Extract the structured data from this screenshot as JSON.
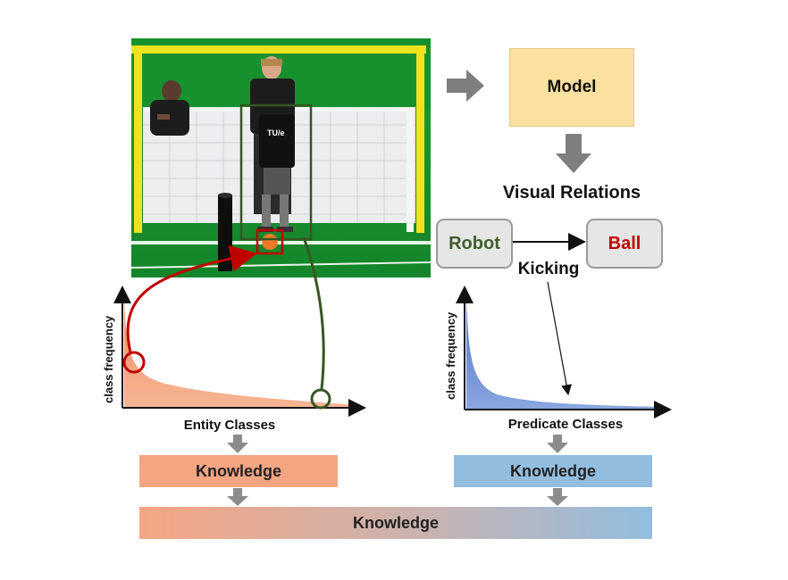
{
  "model": {
    "label": "Model"
  },
  "visual_relations": {
    "label": "Visual Relations"
  },
  "relation": {
    "subject": "Robot",
    "object": "Ball",
    "predicate": "Kicking"
  },
  "photo": {
    "shirt_text": "TU/e"
  },
  "entity_chart": {
    "ylabel": "class frequency",
    "xlabel": "Entity Classes"
  },
  "predicate_chart": {
    "ylabel": "class frequency",
    "xlabel": "Predicate Classes"
  },
  "knowledge": {
    "left": "Knowledge",
    "right": "Knowledge",
    "combined": "Knowledge"
  },
  "colors": {
    "robot_text": "#3e5f2a",
    "ball_text": "#c00000",
    "entity_fill": "#f4a582",
    "predicate_fill": "#5b7fc7",
    "arrow_gray": "#7f7f7f"
  }
}
